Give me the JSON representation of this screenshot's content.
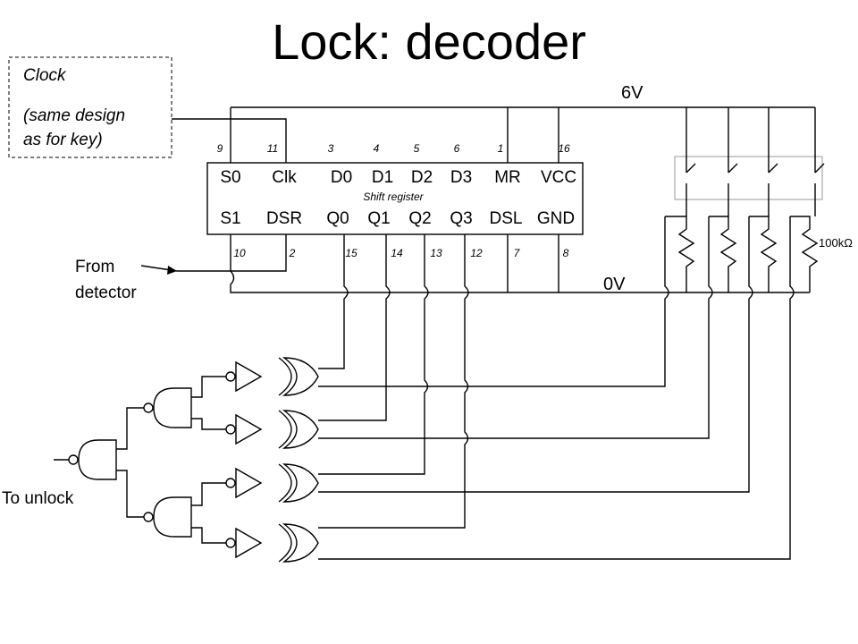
{
  "title": "Lock: decoder",
  "clock_box": {
    "line1": "Clock",
    "line2": "(same design",
    "line3": "as for key)"
  },
  "supply_high": "6V",
  "supply_low": "0V",
  "input_label": {
    "line1": "From",
    "line2": "detector"
  },
  "output_label": "To unlock",
  "resistor_label": "100kΩ",
  "chip": {
    "name": "Shift register",
    "top_pins": [
      "S0",
      "Clk",
      "D0",
      "D1",
      "D2",
      "D3",
      "MR",
      "VCC"
    ],
    "top_numbers": [
      "9",
      "11",
      "3",
      "4",
      "5",
      "6",
      "1",
      "16"
    ],
    "bottom_pins": [
      "S1",
      "DSR",
      "Q0",
      "Q1",
      "Q2",
      "Q3",
      "DSL",
      "GND"
    ],
    "bottom_numbers": [
      "10",
      "2",
      "15",
      "14",
      "13",
      "12",
      "7",
      "8"
    ]
  }
}
